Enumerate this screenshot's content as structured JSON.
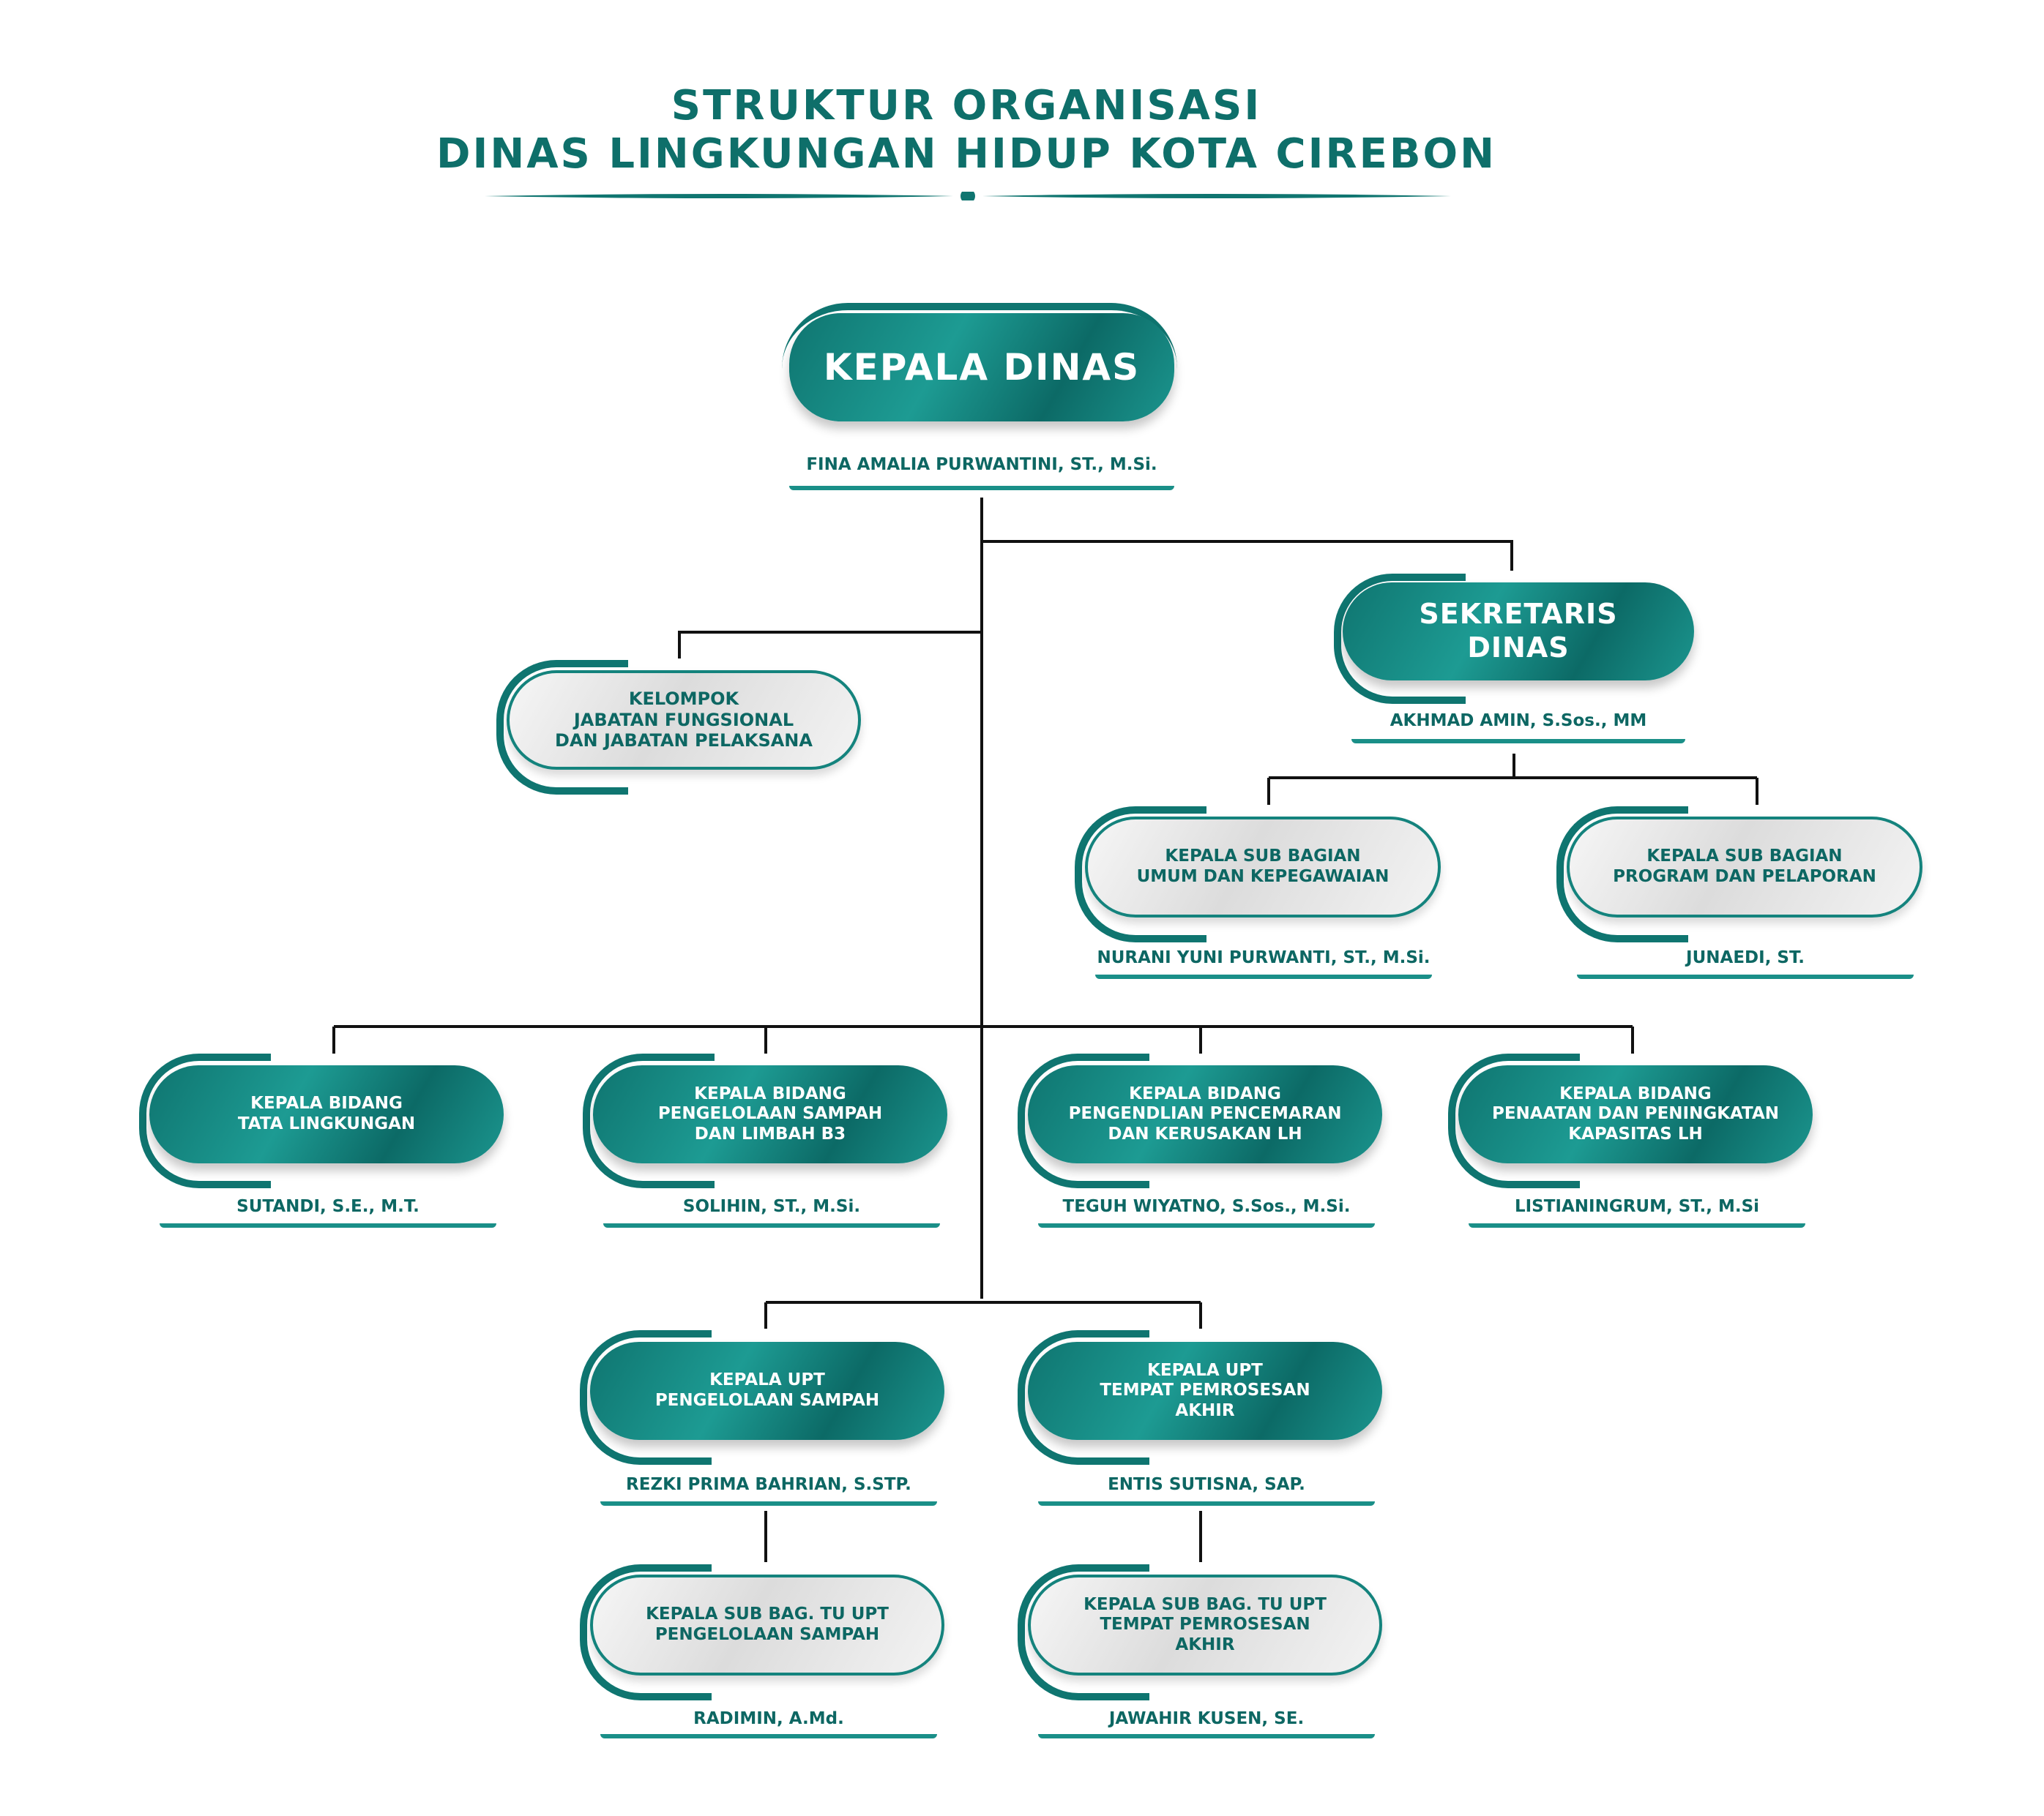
{
  "title": {
    "line1": "STRUKTUR ORGANISASI",
    "line2": "DINAS LINGKUNGAN HIDUP KOTA CIREBON"
  },
  "nodes": {
    "kepala_dinas": {
      "role": "KEPALA DINAS",
      "name": "FINA AMALIA PURWANTINI, ST., M.Si."
    },
    "sekretaris": {
      "role": "SEKRETARIS DINAS",
      "name": "AKHMAD AMIN, S.Sos., MM"
    },
    "fungsional": {
      "role": "KELOMPOK\nJABATAN FUNGSIONAL\nDAN JABATAN PELAKSANA"
    },
    "subbag_umum": {
      "role": "KEPALA SUB BAGIAN\nUMUM DAN KEPEGAWAIAN",
      "name": "NURANI YUNI PURWANTI, ST., M.Si."
    },
    "subbag_program": {
      "role": "KEPALA SUB BAGIAN\nPROGRAM DAN PELAPORAN",
      "name": "JUNAEDI, ST."
    },
    "bidang_tata": {
      "role": "KEPALA BIDANG\nTATA LINGKUNGAN",
      "name": "SUTANDI, S.E., M.T."
    },
    "bidang_sampah": {
      "role": "KEPALA BIDANG\nPENGELOLAAN SAMPAH\nDAN LIMBAH B3",
      "name": "SOLIHIN, ST., M.Si."
    },
    "bidang_pencemaran": {
      "role": "KEPALA BIDANG\nPENGENDLIAN PENCEMARAN\nDAN KERUSAKAN LH",
      "name": "TEGUH WIYATNO, S.Sos., M.Si."
    },
    "bidang_penaatan": {
      "role": "KEPALA BIDANG\nPENAATAN DAN PENINGKATAN\nKAPASITAS LH",
      "name": "LISTIANINGRUM, ST., M.Si"
    },
    "upt_sampah": {
      "role": "KEPALA UPT\nPENGELOLAAN SAMPAH",
      "name": "REZKI PRIMA BAHRIAN, S.STP."
    },
    "upt_tpa": {
      "role": "KEPALA UPT\nTEMPAT PEMROSESAN\nAKHIR",
      "name": "ENTIS SUTISNA, SAP."
    },
    "tu_upt_sampah": {
      "role": "KEPALA SUB BAG. TU UPT\nPENGELOLAAN SAMPAH",
      "name": "RADIMIN, A.Md."
    },
    "tu_upt_tpa": {
      "role": "KEPALA SUB BAG. TU UPT\nTEMPAT PEMROSESAN\nAKHIR",
      "name": "JAWAHIR KUSEN, SE."
    }
  },
  "colors": {
    "teal": "#0f7570",
    "teal_light": "#1d9b93",
    "line": "#111111"
  }
}
